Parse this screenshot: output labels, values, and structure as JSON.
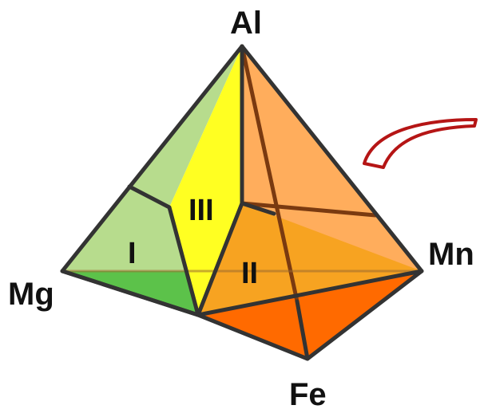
{
  "diagram": {
    "vertices": {
      "top": "Al",
      "left": "Mg",
      "right": "Mn",
      "bottom": "Fe"
    },
    "regions": [
      "I",
      "II",
      "III"
    ],
    "colors": {
      "region_I_light": "#b7dc8d",
      "region_I_base": "#5cc24a",
      "region_III": "#ffff22",
      "region_II_back": "#ffad5c",
      "region_II": "#f7a321",
      "bottom_face": "#ff6a00",
      "arrow": "#b51515",
      "edge": "#333333"
    },
    "arrow_icon": "curved-arrow-icon"
  }
}
